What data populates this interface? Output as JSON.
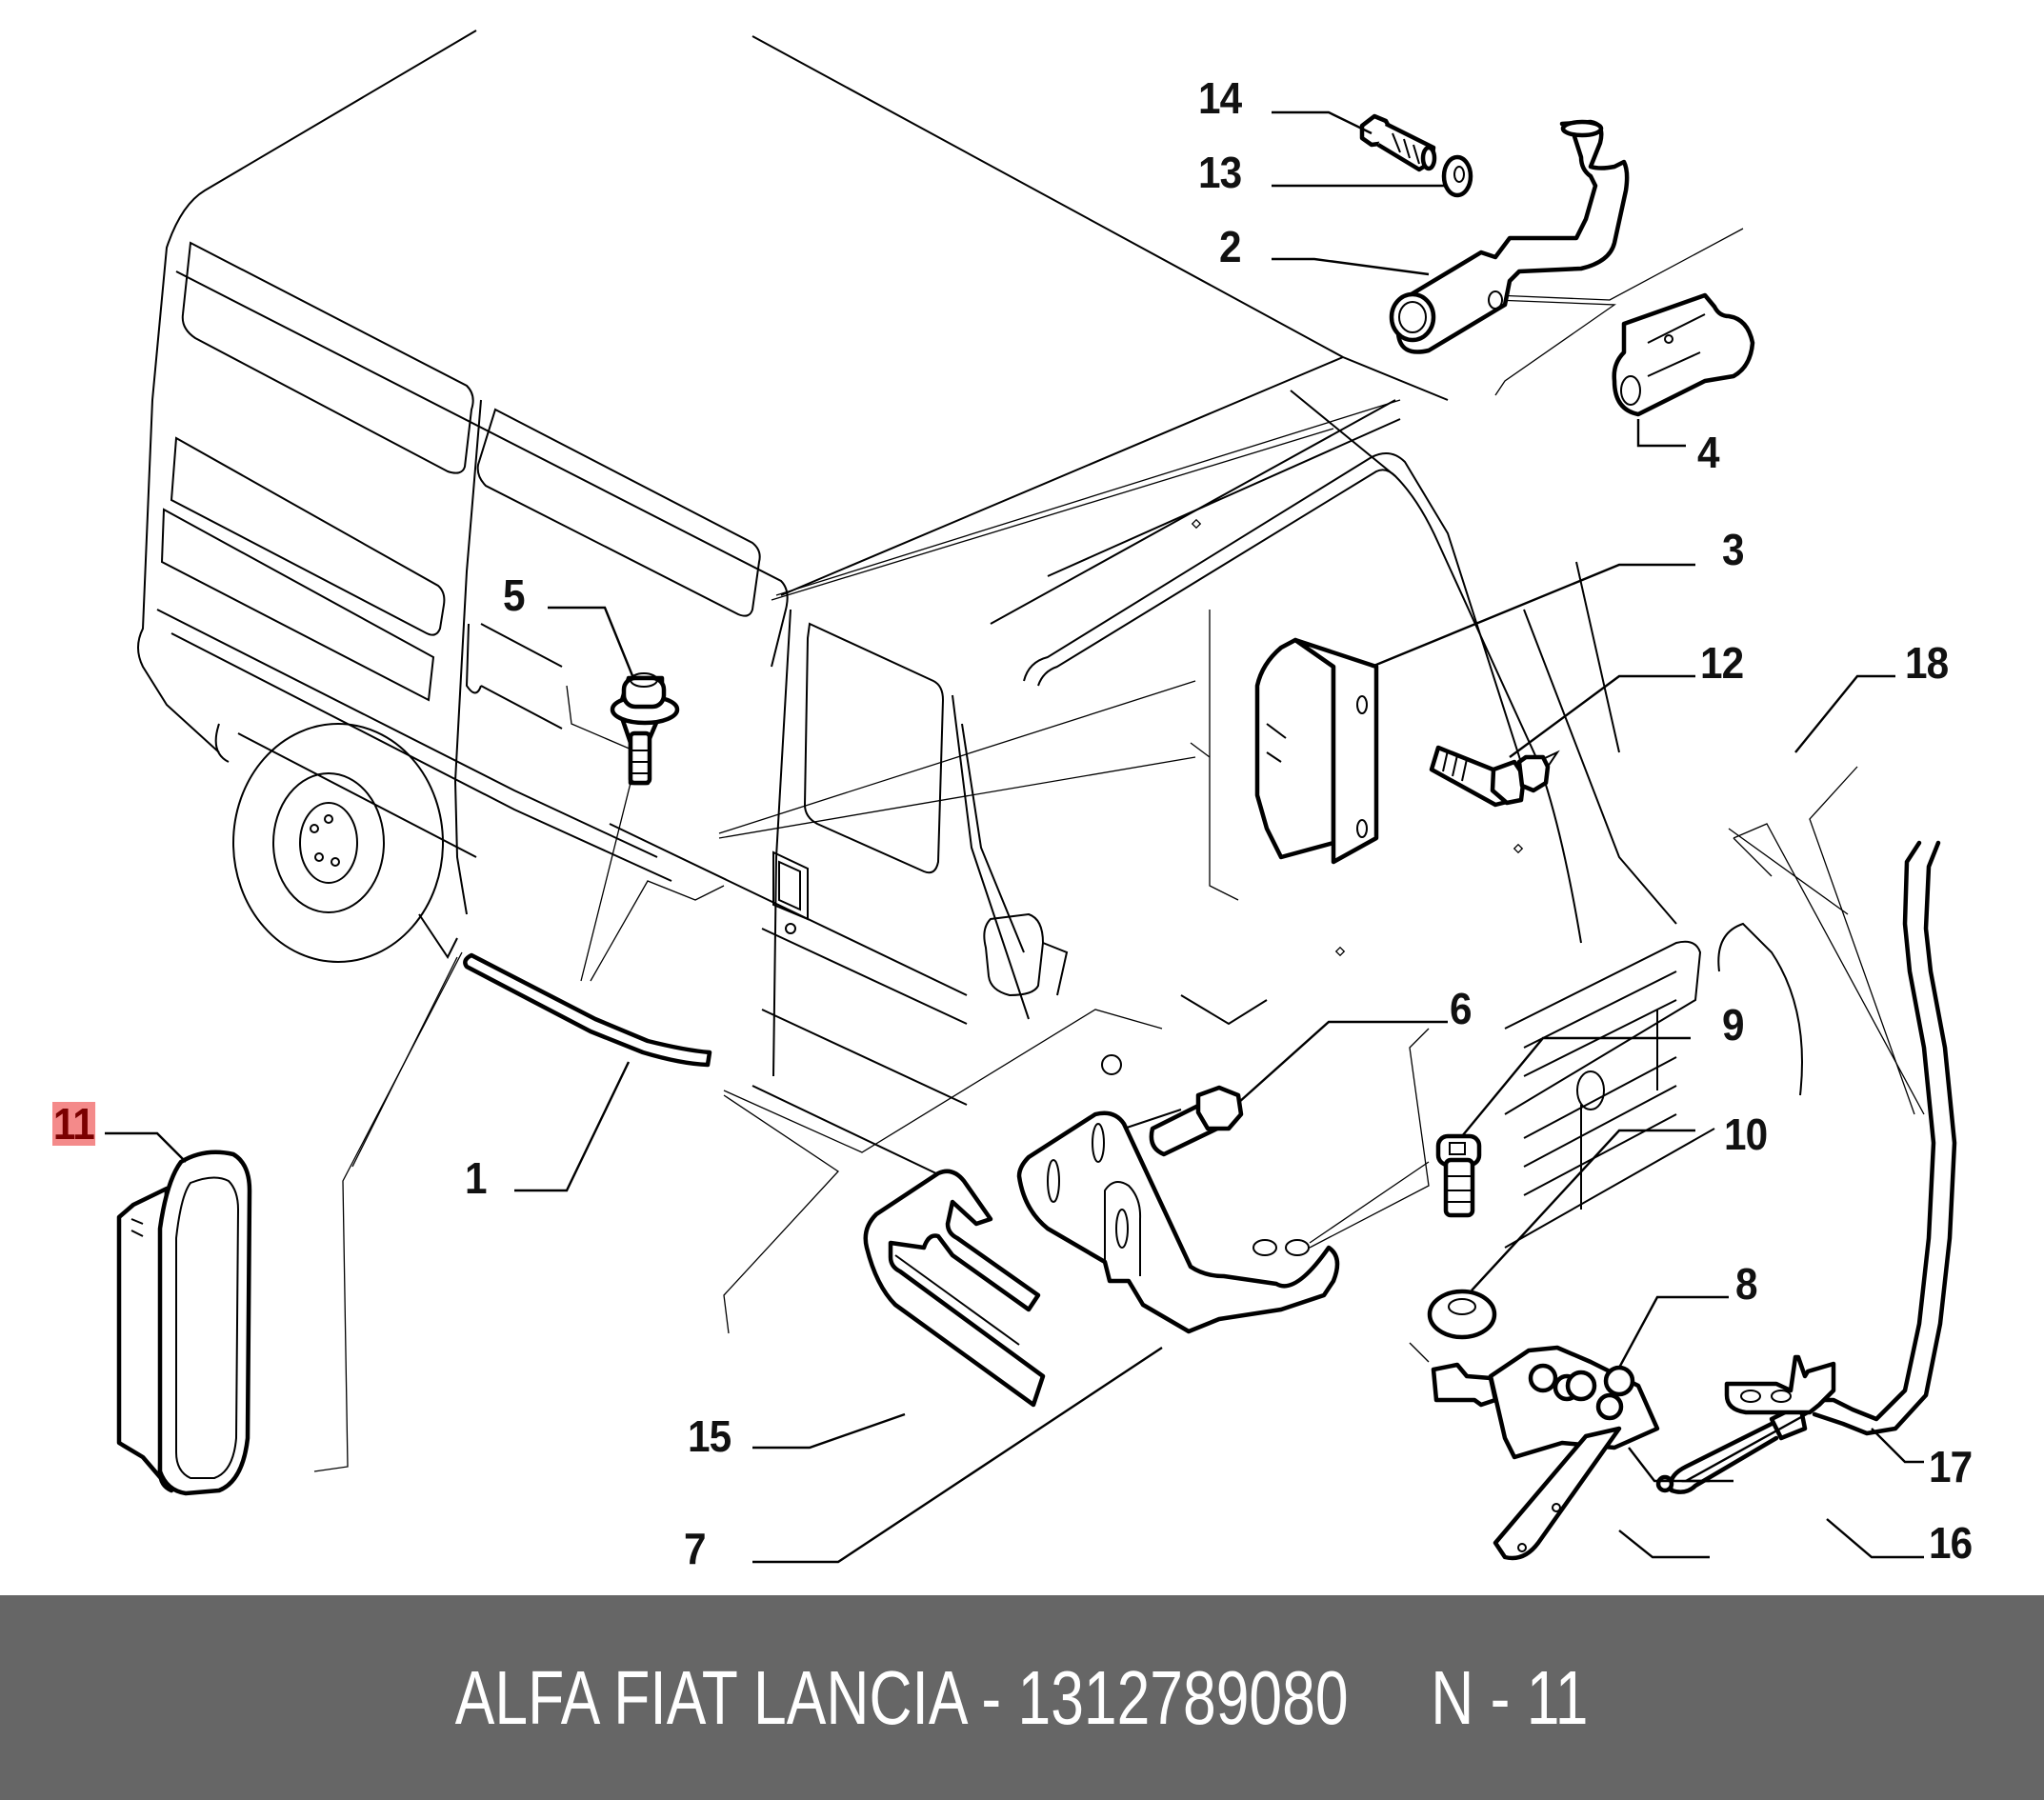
{
  "caption": {
    "brand": "ALFA FIAT LANCIA",
    "separator": " - ",
    "part_number": "1312789080",
    "ref_prefix": "N - ",
    "ref_number": "11"
  },
  "highlight_color": "#f48a8a",
  "caption_bar_color": "#666666",
  "callouts": [
    {
      "id": "1",
      "part": "sill-seal-strip"
    },
    {
      "id": "2",
      "part": "crank-handle"
    },
    {
      "id": "3",
      "part": "rubber-buffer-block"
    },
    {
      "id": "4",
      "part": "handle-bushing"
    },
    {
      "id": "5",
      "part": "socket-head-screw-with-washer"
    },
    {
      "id": "6",
      "part": "hex-bolt"
    },
    {
      "id": "7",
      "part": "hinge-bracket"
    },
    {
      "id": "8",
      "part": "roller-carriage"
    },
    {
      "id": "9",
      "part": "socket-head-screw"
    },
    {
      "id": "10",
      "part": "washer"
    },
    {
      "id": "11",
      "part": "oval-cover-cap",
      "highlighted": true
    },
    {
      "id": "12",
      "part": "hex-bolt"
    },
    {
      "id": "13",
      "part": "washer"
    },
    {
      "id": "14",
      "part": "flange-bolt"
    },
    {
      "id": "15",
      "part": "guide-plate"
    },
    {
      "id": "16",
      "part": "cable-bracket"
    },
    {
      "id": "17",
      "part": "control-cable"
    },
    {
      "id": "18",
      "part": "clip"
    }
  ]
}
